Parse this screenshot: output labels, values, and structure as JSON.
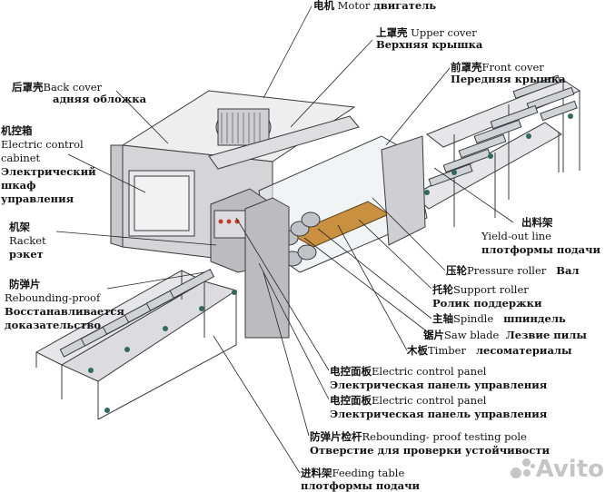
{
  "labels": {
    "motor": {
      "zh": "电机",
      "en": "Motor",
      "ru": "двигатель"
    },
    "upper_cover": {
      "zh": "上罩壳",
      "en": "Upper cover",
      "ru": "Верхняя крышка"
    },
    "front_cover": {
      "zh": "前罩壳",
      "en": "Front cover",
      "ru": "Передняя крышка"
    },
    "back_cover": {
      "zh": "后罩壳",
      "en": "Back cover",
      "ru": "адняя обложка"
    },
    "control_cabinet": {
      "zh": "机控箱",
      "en1": "Electric control",
      "en2": "cabinet",
      "ru1": "Электрический",
      "ru2": "шкаф",
      "ru3": "управления"
    },
    "rack": {
      "zh": "机架",
      "en": "Racket",
      "ru": "рэкет"
    },
    "rebounding_proof": {
      "zh": "防弹片",
      "en": "Rebounding-proof",
      "ru1": "Восстанавливается",
      "ru2": "доказательство"
    },
    "yield_out": {
      "zh": "出料架",
      "en": "Yield-out line",
      "ru": "плотформы подачи"
    },
    "pressure_roller": {
      "zh": "压轮",
      "en": "Pressure roller",
      "ru": "Вал"
    },
    "support_roller": {
      "zh": "托轮",
      "en": "Support roller",
      "ru": "Ролик поддержки"
    },
    "spindle": {
      "zh": "主轴",
      "en": "Spindle",
      "ru": "шпиндель"
    },
    "saw_blade": {
      "zh": "锯片",
      "en": "Saw blade",
      "ru": "Лезвие пилы"
    },
    "timber": {
      "zh": "木板",
      "en": "Timber",
      "ru": "лесоматериалы"
    },
    "control_panel_1": {
      "zh": "电控面板",
      "en": "Electric control panel",
      "ru": "Электрическая панель управления"
    },
    "control_panel_2": {
      "zh": "电控面板",
      "en": "Electric control panel",
      "ru": "Электрическая панель управления"
    },
    "testing_pole": {
      "zh": "防弹片检杆",
      "en": "Rebounding- proof testing pole",
      "ru": "Отверстие для проверки устойчивости"
    },
    "feeding_table": {
      "zh": "进料架",
      "en": "Feeding table",
      "ru": "плотформы подачи"
    }
  },
  "watermark": "Avito"
}
